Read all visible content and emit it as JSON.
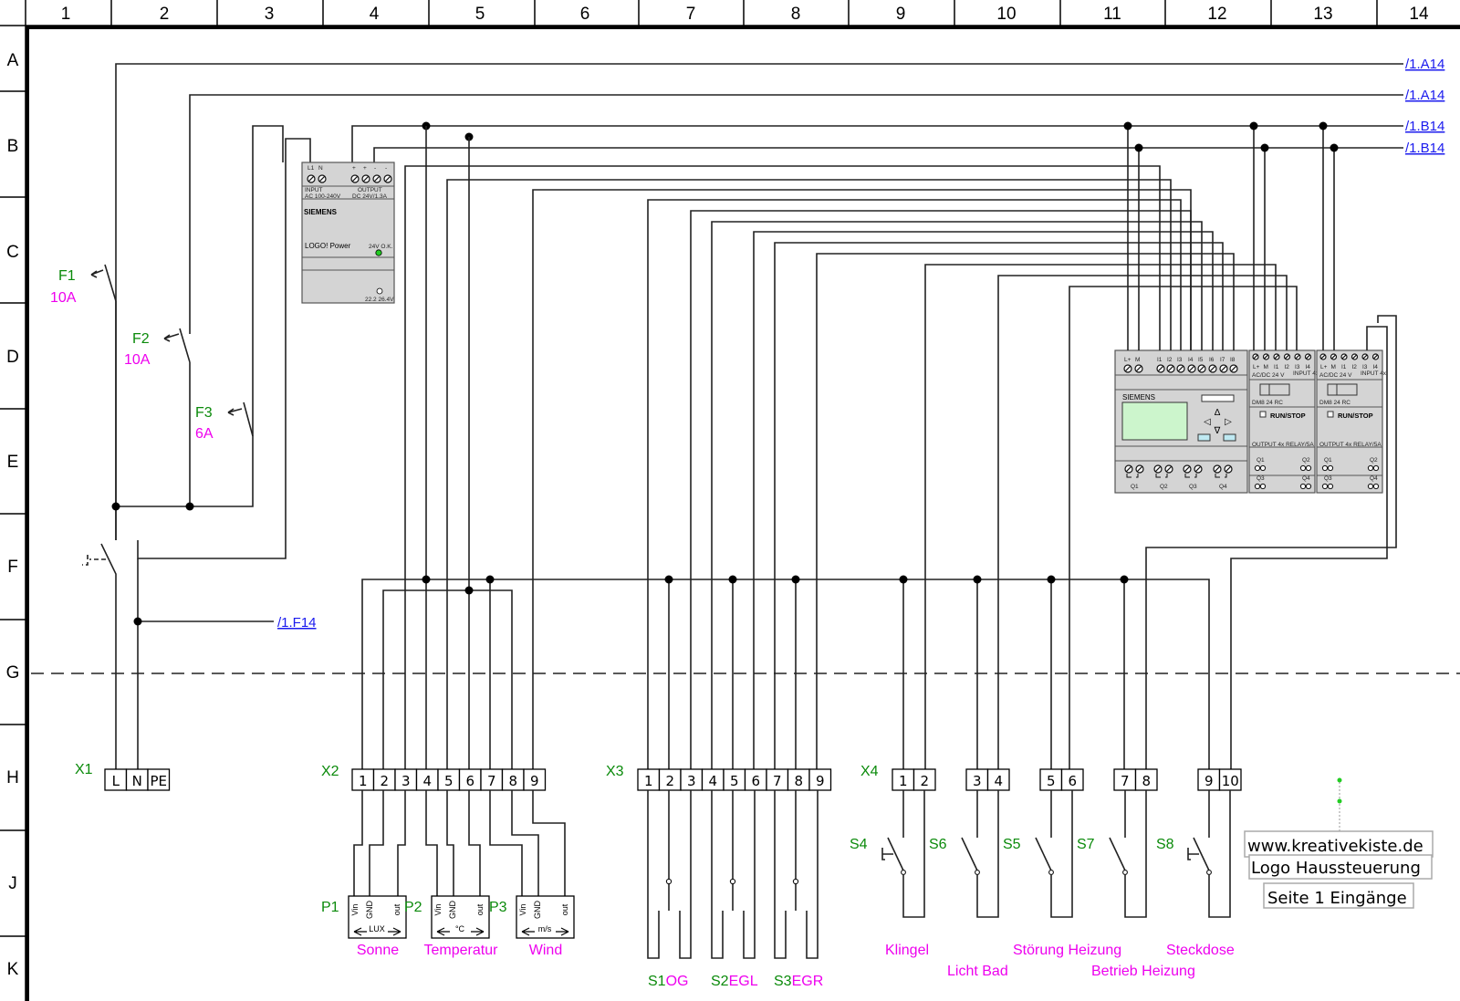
{
  "sheet": {
    "columns": [
      "1",
      "2",
      "3",
      "4",
      "5",
      "6",
      "7",
      "8",
      "9",
      "10",
      "11",
      "12",
      "13",
      "14"
    ],
    "rows": [
      "A",
      "B",
      "C",
      "D",
      "E",
      "F",
      "G",
      "H",
      "J",
      "K"
    ]
  },
  "cross_refs": {
    "a14_1": "/1.A14",
    "a14_2": "/1.A14",
    "b14_1": "/1.B14",
    "b14_2": "/1.B14",
    "f14": "/1.F14"
  },
  "breakers": [
    {
      "tag": "F1",
      "rating": "10A"
    },
    {
      "tag": "F2",
      "rating": "10A"
    },
    {
      "tag": "F3",
      "rating": "6A"
    }
  ],
  "power_supply": {
    "brand": "SIEMENS",
    "name": "LOGO! Power",
    "in_terms": [
      "L1",
      "N"
    ],
    "out_terms": [
      "+",
      "+",
      "-",
      "-"
    ],
    "input_label": "INPUT",
    "input_spec": "AC 100-240V",
    "output_label": "OUTPUT",
    "output_spec": "DC 24V/1.3A",
    "ok_label": "24V O.K.",
    "adj_label": "22.2  26.4V",
    "led_color": "#22cc22"
  },
  "logo_main": {
    "brand": "SIEMENS",
    "terms_top": [
      "L+",
      "M",
      "I1",
      "I2",
      "I3",
      "I4",
      "I5",
      "I6",
      "I7",
      "I8"
    ],
    "terms_bottom": [
      "Q1",
      "Q2",
      "Q3",
      "Q4"
    ],
    "display_color": "#ccf5cc",
    "key_color": "#bfe9f2"
  },
  "expansions": [
    {
      "top_terms": [
        "L+",
        "M",
        "I1",
        "I2",
        "I3",
        "I4"
      ],
      "supply": "AC/DC 24 V",
      "input": "INPUT 4x",
      "model": "DM8 24 RC",
      "runstop": "RUN/STOP",
      "output": "OUTPUT 4x RELAY/5A",
      "q": [
        "Q1",
        "Q2",
        "Q3",
        "Q4"
      ]
    },
    {
      "top_terms": [
        "L+",
        "M",
        "I1",
        "I2",
        "I3",
        "I4"
      ],
      "supply": "AC/DC 24 V",
      "input": "INPUT 4x",
      "model": "DM8 24 RC",
      "runstop": "RUN/STOP",
      "output": "OUTPUT 4x RELAY/5A",
      "q": [
        "Q1",
        "Q2",
        "Q3",
        "Q4"
      ]
    }
  ],
  "terminal_strips": {
    "x1": {
      "tag": "X1",
      "terms": [
        "L",
        "N",
        "PE"
      ]
    },
    "x2": {
      "tag": "X2",
      "terms": [
        "1",
        "2",
        "3",
        "4",
        "5",
        "6",
        "7",
        "8",
        "9"
      ]
    },
    "x3": {
      "tag": "X3",
      "terms": [
        "1",
        "2",
        "3",
        "4",
        "5",
        "6",
        "7",
        "8",
        "9"
      ]
    },
    "x4": {
      "tag": "X4",
      "terms": [
        "1",
        "2",
        "3",
        "4",
        "5",
        "6",
        "7",
        "8",
        "9",
        "10"
      ]
    }
  },
  "sensors": [
    {
      "tag": "P1",
      "unit": "LUX",
      "pins": [
        "Vin",
        "GND",
        "out"
      ],
      "label": "Sonne"
    },
    {
      "tag": "P2",
      "unit": "°C",
      "pins": [
        "Vin",
        "GND",
        "out"
      ],
      "label": "Temperatur"
    },
    {
      "tag": "P3",
      "unit": "m/s",
      "pins": [
        "Vin",
        "GND",
        "out"
      ],
      "label": "Wind"
    }
  ],
  "x3_switches": [
    {
      "tag": "S1",
      "label": "OG"
    },
    {
      "tag": "S2",
      "label": "EGL"
    },
    {
      "tag": "S3",
      "label": "EGR"
    }
  ],
  "x4_switches": [
    {
      "tag": "S4",
      "label": "Klingel"
    },
    {
      "tag": "S6",
      "label": "Licht Bad"
    },
    {
      "tag": "S5",
      "label": "Störung Heizung"
    },
    {
      "tag": "S7",
      "label": "Betrieb Heizung"
    },
    {
      "tag": "S8",
      "label": "Steckdose"
    }
  ],
  "title_block": {
    "website": "www.kreativekiste.de",
    "project": "Logo Haussteuerung",
    "page": "Seite 1 Eingänge"
  }
}
